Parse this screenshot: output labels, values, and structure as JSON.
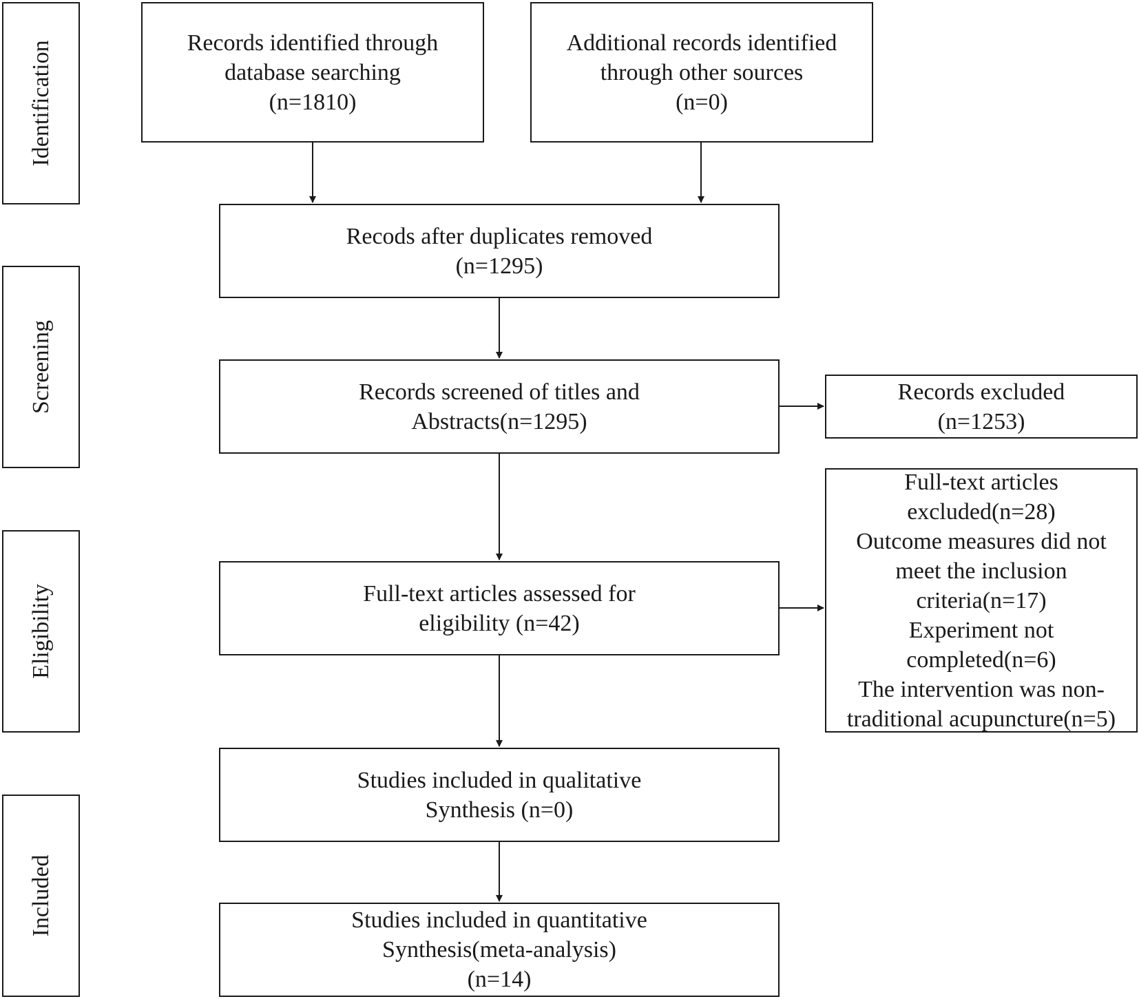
{
  "stages": {
    "identification": "Identification",
    "screening": "Screening",
    "eligibility": "Eligibility",
    "included": "Included"
  },
  "boxes": {
    "database": {
      "lines": [
        "Records identified through",
        "database searching",
        "(n=1810)"
      ]
    },
    "other_sources": {
      "lines": [
        "Additional records identified",
        "through other sources",
        "(n=0)"
      ]
    },
    "after_duplicates": {
      "lines": [
        "Recods after duplicates removed",
        "(n=1295)"
      ]
    },
    "screened": {
      "lines": [
        "Records screened of titles and",
        "Abstracts(n=1295)"
      ]
    },
    "excluded": {
      "lines": [
        "Records excluded",
        "(n=1253)"
      ]
    },
    "fulltext_assessed": {
      "lines": [
        "Full-text articles assessed for",
        "eligibility (n=42)"
      ]
    },
    "fulltext_excluded": {
      "lines": [
        "Full-text articles",
        "excluded(n=28)",
        "Outcome measures did not",
        "meet the inclusion",
        "criteria(n=17)",
        "Experiment not",
        "completed(n=6)",
        "The intervention was non-",
        "traditional acupuncture(n=5)"
      ]
    },
    "qualitative": {
      "lines": [
        "Studies included in qualitative",
        "Synthesis (n=0)"
      ]
    },
    "quantitative": {
      "lines": [
        "Studies included in quantitative",
        "Synthesis(meta-analysis)",
        "(n=14)"
      ]
    }
  }
}
